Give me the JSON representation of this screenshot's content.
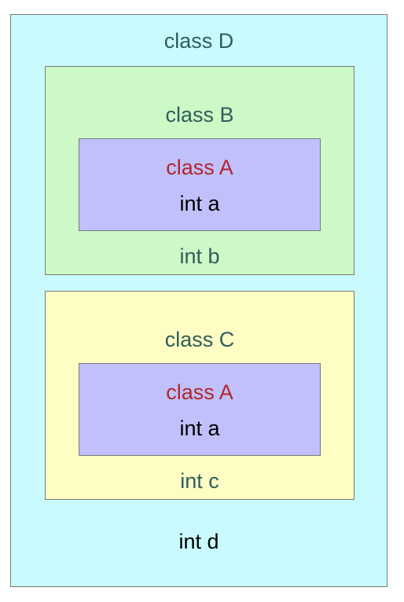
{
  "diagram": {
    "class_d": {
      "title": "class D",
      "member": "int d"
    },
    "class_b": {
      "title": "class B",
      "member": "int b",
      "inner": {
        "title": "class A",
        "member": "int a"
      }
    },
    "class_c": {
      "title": "class C",
      "member": "int c",
      "inner": {
        "title": "class A",
        "member": "int a"
      }
    }
  },
  "colors": {
    "class_d_fill": "#c9fbfe",
    "class_b_fill": "#cdf9c6",
    "class_c_fill": "#fefdc4",
    "class_a_fill": "#c0c0fa",
    "outer_text": "#2e5e5c",
    "class_a_title_text": "#b3262b",
    "member_text": "#000000",
    "border": "#7a7a7a"
  }
}
